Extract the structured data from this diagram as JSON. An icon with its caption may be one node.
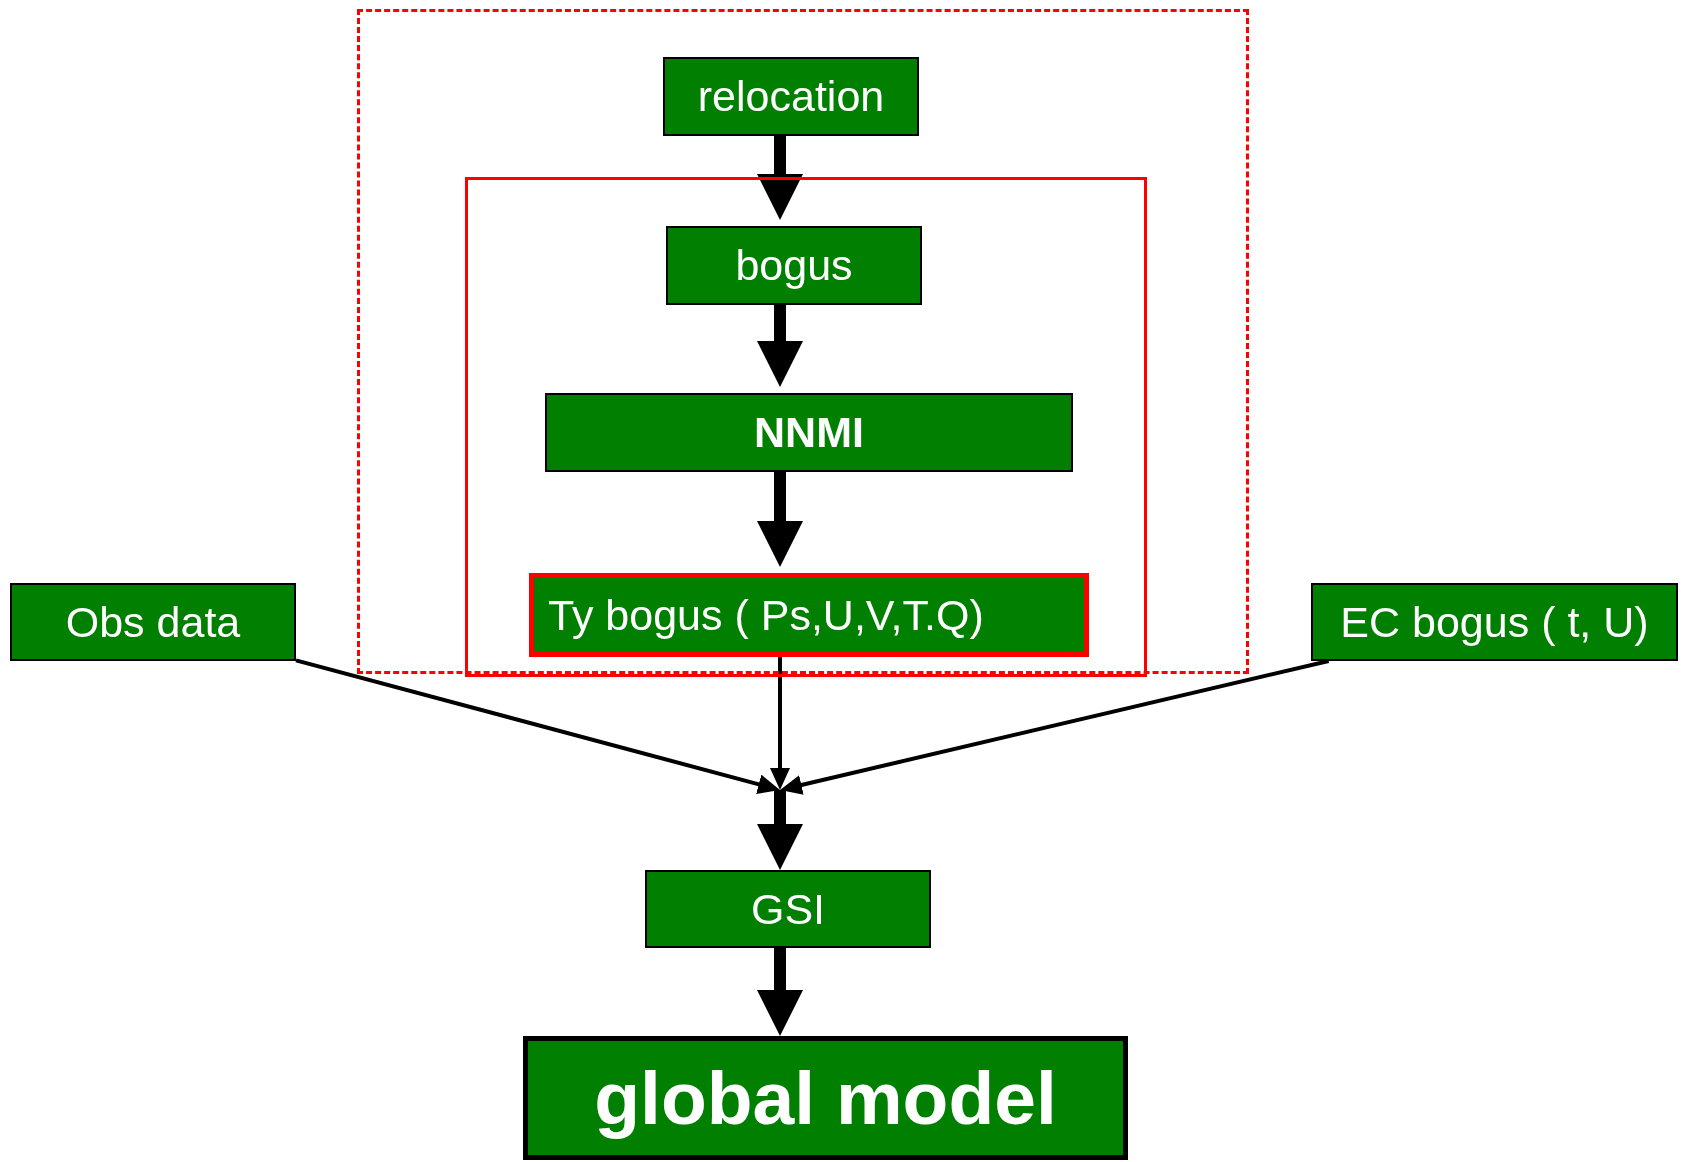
{
  "diagram": {
    "nodes": [
      {
        "text": [],
        "shape": "box"
      },
      {
        "text": [
          "relocation"
        ],
        "in": 0
      },
      {
        "text": [],
        "shape": "box",
        "in": 0
      },
      {
        "text": [
          "bogus"
        ],
        "in": 2
      },
      {
        "text": [
          "NNMI"
        ],
        "in": 2
      },
      {
        "text": [
          "Ty bogus ( Ps,U,V,T.Q)"
        ],
        "in": 2
      },
      {
        "text": [
          "Obs data"
        ]
      },
      {
        "text": [
          "EC bogus ( t, U)"
        ]
      },
      {
        "text": [
          "GSI"
        ]
      },
      {
        "text": [
          "global model"
        ]
      }
    ],
    "edges": [
      {
        "from": 1,
        "to": 3,
        "arrow": "to"
      },
      {
        "from": 3,
        "to": 4,
        "arrow": "to"
      },
      {
        "from": 4,
        "to": 5,
        "arrow": "to"
      },
      {
        "from": 6,
        "to": 8,
        "arrow": "to"
      },
      {
        "from": 5,
        "to": 8,
        "arrow": "to"
      },
      {
        "from": 7,
        "to": 8,
        "arrow": "to"
      },
      {
        "from": 8,
        "to": 9,
        "arrow": "to"
      }
    ]
  }
}
